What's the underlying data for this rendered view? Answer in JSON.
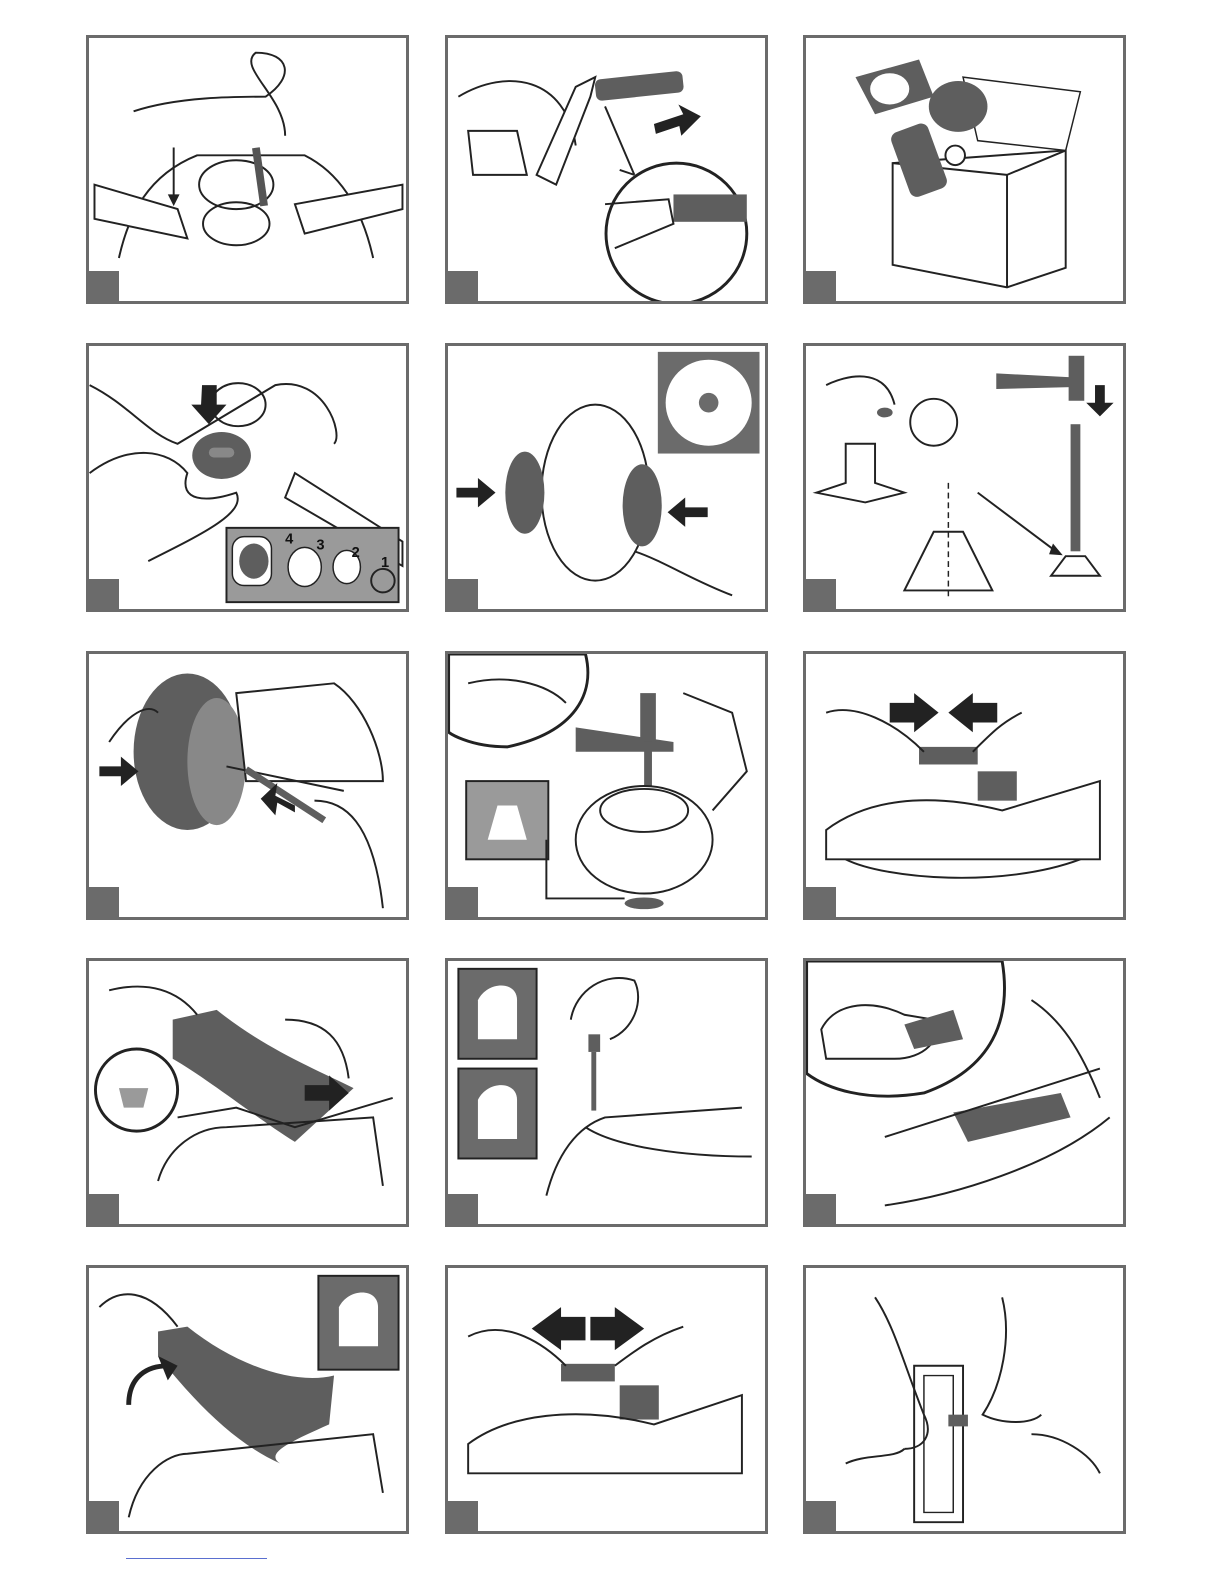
{
  "colors": {
    "frame": "#6b6b6b",
    "part": "#5e5e5e",
    "line": "#222222",
    "paper": "#ffffff"
  },
  "panels": [
    {
      "icons": [
        "handlebar-icon",
        "screwdriver-icon",
        "hand-icon"
      ]
    },
    {
      "icons": [
        "handlebar-grip-icon",
        "arrow-icon",
        "magnifier-inset"
      ]
    },
    {
      "icons": [
        "parts-box-icon",
        "speaker-cover-icon"
      ]
    },
    {
      "inset_labels": [
        "4",
        "3",
        "2",
        "1"
      ],
      "icons": [
        "battery-cap-icon",
        "arrow-down-icon"
      ]
    },
    {
      "icons": [
        "wheel-icon",
        "hubcap-icon",
        "arrow-icon"
      ]
    },
    {
      "icons": [
        "cap-nut-icon",
        "hammer-icon",
        "arrow-down-icon"
      ]
    },
    {
      "icons": [
        "wheel-icon",
        "axle-icon",
        "arrow-icon"
      ]
    },
    {
      "icons": [
        "hammer-icon",
        "wheel-icon",
        "cap-nut-icon"
      ]
    },
    {
      "icons": [
        "connector-icon",
        "arrow-right-icon",
        "arrow-left-icon"
      ]
    },
    {
      "icons": [
        "seat-icon",
        "arrow-right-icon",
        "magnifier-inset"
      ]
    },
    {
      "icons": [
        "screwdriver-icon",
        "latch-icon"
      ]
    },
    {
      "icons": [
        "foot-pedal-icon",
        "shoe-icon"
      ]
    },
    {
      "icons": [
        "seat-icon",
        "curved-arrow-icon",
        "latch-icon"
      ]
    },
    {
      "icons": [
        "connector-icon",
        "arrow-left-icon",
        "arrow-right-icon"
      ]
    },
    {
      "icons": [
        "fuse-icon",
        "hand-icon"
      ]
    }
  ]
}
